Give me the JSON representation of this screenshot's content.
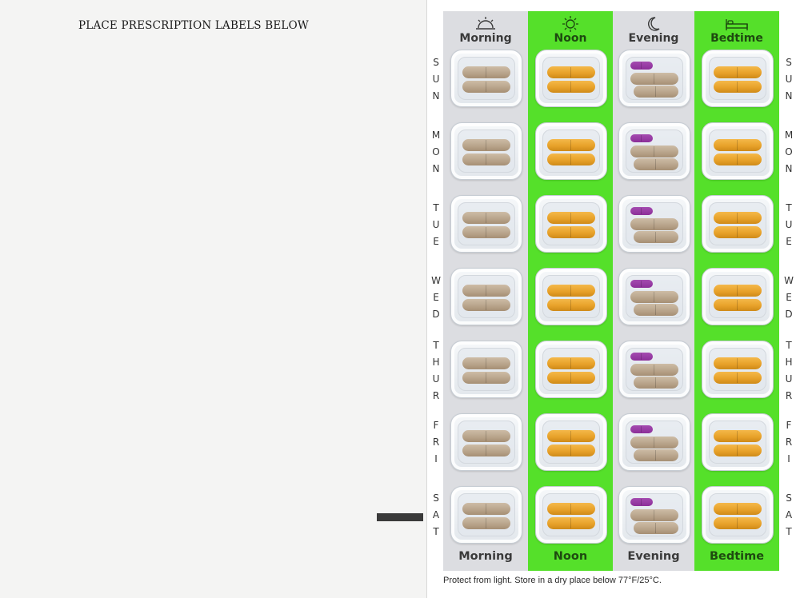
{
  "left_panel": {
    "heading": "PLACE PRESCRIPTION LABELS BELOW"
  },
  "columns": [
    {
      "name": "Morning",
      "icon": "sunrise-icon",
      "bg": "#dcdde1",
      "color": "#3a3a3a"
    },
    {
      "name": "Noon",
      "icon": "sun-icon",
      "bg": "#55e02a",
      "color": "#1e4a10"
    },
    {
      "name": "Evening",
      "icon": "moon-icon",
      "bg": "#dcdde1",
      "color": "#3a3a3a"
    },
    {
      "name": "Bedtime",
      "icon": "bed-icon",
      "bg": "#55e02a",
      "color": "#1e4a10"
    }
  ],
  "days_left": [
    "SUN",
    "MON",
    "TUE",
    "WED",
    "THUR",
    "FRI",
    "SAT"
  ],
  "days_right": [
    "SUN",
    "MON",
    "TUE",
    "WED",
    "THUR",
    "FRI",
    "SAT"
  ],
  "footer_note": "Protect from light. Store in a dry place below 77°F/25°C.",
  "pill_colors": {
    "tan": "#b9a58c",
    "orange": "#e8a22a",
    "purple": "#8c2f99"
  },
  "blisters": [
    [
      "tan",
      "orange",
      "tan",
      "orange"
    ],
    [
      "tan",
      "orange",
      "tan",
      "orange"
    ],
    [
      "tan",
      "orange",
      "tan",
      "orange"
    ],
    [
      "tan",
      "orange",
      "tan",
      "orange"
    ],
    [
      "tan",
      "orange",
      "tan",
      "orange"
    ],
    [
      "tan",
      "orange",
      "tan",
      "orange"
    ],
    [
      "tan",
      "orange",
      "tan",
      "orange"
    ]
  ]
}
